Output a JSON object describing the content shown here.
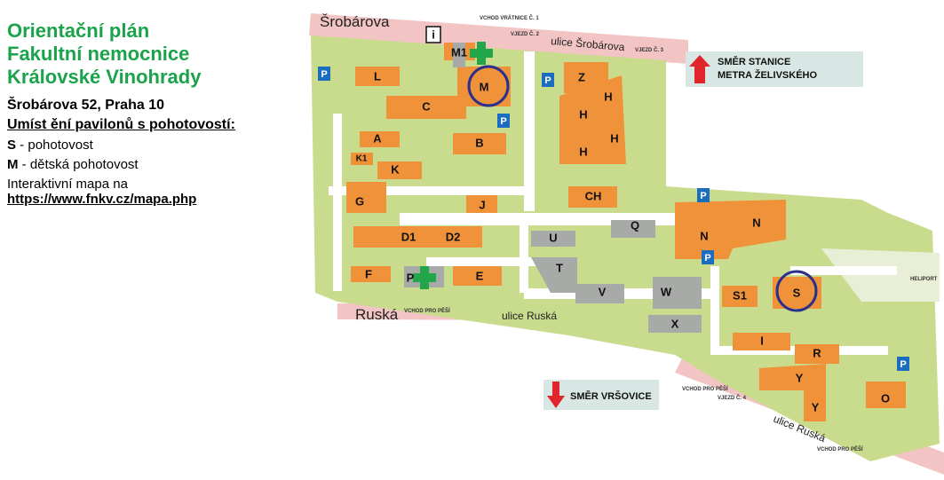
{
  "legend": {
    "title_lines": [
      "Orientační plán",
      "Fakultní nemocnice",
      "Královské Vinohrady"
    ],
    "address": "Šrobárova 52, Praha 10",
    "heading": "Umíst ění pavilonů s pohotovostí:",
    "s_key": "S",
    "s_text": " - pohotovost",
    "m_key": "M",
    "m_text": " - dětská pohotovost",
    "map_text": "Interaktivní mapa na",
    "map_link": "https://www.fnkv.cz/mapa.php"
  },
  "streets": {
    "srobarova": "Šrobárova",
    "ulice_srobarova": "ulice Šrobárova",
    "ulice_srobarova_prefix": "ulice",
    "ruska": "Ruská",
    "ulice_ruska": "ulice Ruská",
    "ulice_ruska_diag": "ulice Ruská"
  },
  "signs": {
    "stanice_l1": "SMĚR STANICE",
    "stanice_l2": "METRA ŽELIVSKÉHO",
    "vrsovice": "SMĚR VRŠOVICE",
    "heliport": "HELIPORT",
    "vchod_vratnice": "VCHOD VRÁTNICE Č. 1",
    "vjezd2": "VJEZD Č. 2",
    "vjezd3": "VJEZD Č. 3",
    "vjezd4": "VJEZD Č. 4",
    "vchod_pesi_1": "VCHOD PRO PĚŠÍ",
    "vchod_pesi_2": "VCHOD PRO PĚŠÍ",
    "vchod_pesi_3": "VCHOD PRO PĚŠÍ"
  },
  "buildings": {
    "L": "L",
    "M1": "M1",
    "M": "M",
    "Z": "Z",
    "H1": "H",
    "H2": "H",
    "H3": "H",
    "H4": "H",
    "C": "C",
    "A": "A",
    "B": "B",
    "K1": "K1",
    "K": "K",
    "G": "G",
    "J": "J",
    "CH": "CH",
    "Q": "Q",
    "N1": "N",
    "N2": "N",
    "U": "U",
    "D1": "D1",
    "D2": "D2",
    "T": "T",
    "F": "F",
    "P": "P",
    "E": "E",
    "V": "V",
    "W": "W",
    "S1": "S1",
    "S": "S",
    "X": "X",
    "I": "I",
    "R": "R",
    "Y1": "Y",
    "Y2": "Y",
    "O": "O"
  },
  "parking": "P",
  "info": "i",
  "colors": {
    "green": "#1aa34a",
    "building": "#f0923a",
    "grass": "#c9dc8e",
    "road": "#ffffff",
    "street": "#f2c4c4",
    "arrow": "#e0262a",
    "ring": "#2a2f8c"
  }
}
